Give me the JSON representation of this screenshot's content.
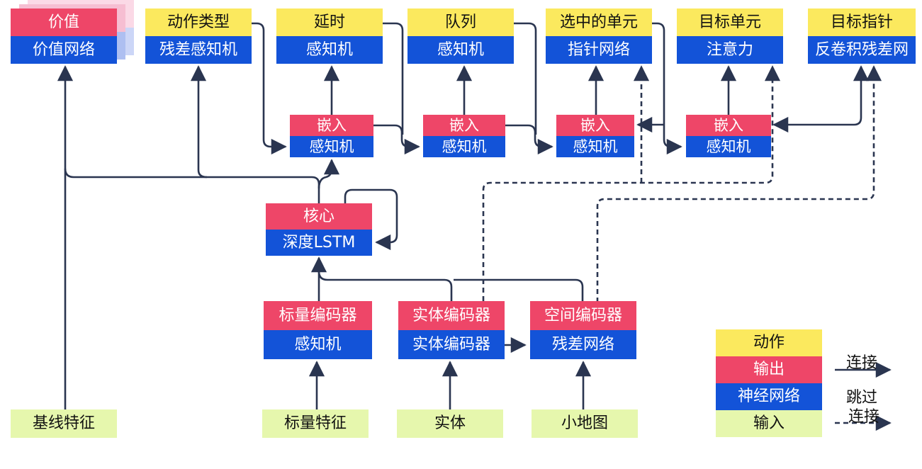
{
  "diagram_title": "agent-architecture-diagram",
  "heads": [
    {
      "top": "价值",
      "bottom": "价值网络"
    },
    {
      "top": "动作类型",
      "bottom": "残差感知机"
    },
    {
      "top": "延时",
      "bottom": "感知机"
    },
    {
      "top": "队列",
      "bottom": "感知机"
    },
    {
      "top": "选中的单元",
      "bottom": "指针网络"
    },
    {
      "top": "目标单元",
      "bottom": "注意力"
    },
    {
      "top": "目标指针",
      "bottom": "反卷积残差网"
    }
  ],
  "embeddings": [
    {
      "top": "嵌入",
      "bottom": "感知机"
    },
    {
      "top": "嵌入",
      "bottom": "感知机"
    },
    {
      "top": "嵌入",
      "bottom": "感知机"
    },
    {
      "top": "嵌入",
      "bottom": "感知机"
    }
  ],
  "core": {
    "top": "核心",
    "bottom": "深度LSTM"
  },
  "encoders": [
    {
      "top": "标量编码器",
      "bottom": "感知机"
    },
    {
      "top": "实体编码器",
      "bottom": "实体编码器"
    },
    {
      "top": "空间编码器",
      "bottom": "残差网络"
    }
  ],
  "inputs": [
    {
      "label": "基线特征"
    },
    {
      "label": "标量特征"
    },
    {
      "label": "实体"
    },
    {
      "label": "小地图"
    }
  ],
  "legend": {
    "key": [
      {
        "label": "动作",
        "color": "#fbe95e"
      },
      {
        "label": "输出",
        "color": "#ee4668"
      },
      {
        "label": "神经网络",
        "color": "#1353d8"
      },
      {
        "label": "输入",
        "color": "#e6f7ad"
      }
    ],
    "solid_label": "连接",
    "dashed_label_line1": "跳过",
    "dashed_label_line2": "连接"
  },
  "colors": {
    "action_yellow": "#fbe95e",
    "output_red": "#ee4668",
    "network_blue": "#1353d8",
    "input_green": "#e6f7ad",
    "wire_navy": "#2a3550"
  }
}
